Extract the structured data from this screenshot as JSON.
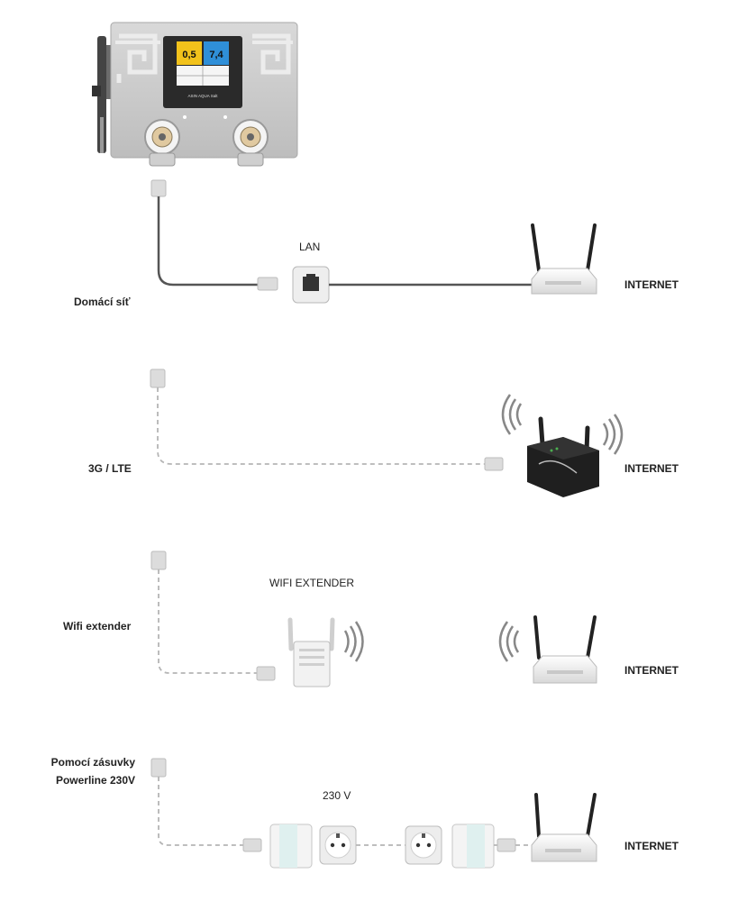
{
  "device": {
    "screen_value_left": "0,5",
    "screen_value_right": "7,4",
    "brand_text": "ASIN AQUA Salt"
  },
  "rows": [
    {
      "label": "Domácí síť",
      "connector_caption": "LAN",
      "target": "INTERNET"
    },
    {
      "label": "3G / LTE",
      "target": "INTERNET"
    },
    {
      "label": "Wifi extender",
      "connector_caption": "WIFI EXTENDER",
      "target": "INTERNET"
    },
    {
      "label_line1": "Pomocí zásuvky",
      "label_line2": "Powerline 230V",
      "connector_caption": "230 V",
      "target": "INTERNET"
    }
  ],
  "colors": {
    "cable": "#555555",
    "dashed": "#b5b5b5",
    "plug": "#dcdcdc",
    "screen_yellow": "#f2c21b",
    "screen_blue": "#2f8fd8"
  }
}
